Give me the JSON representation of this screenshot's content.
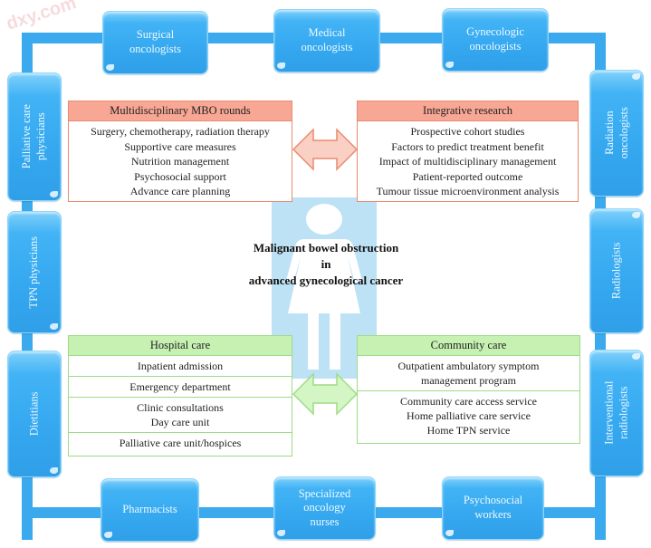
{
  "watermark": "dxy.com",
  "colors": {
    "frame_blue": "#3aa9ee",
    "pill_blue": "#35a8f0",
    "red_header": "#f8a795",
    "red_border": "#e98a6f",
    "green_header": "#c7f1b2",
    "green_border": "#9edb86",
    "center_panel": "#bde1f5"
  },
  "center": {
    "line1": "Malignant bowel obstruction",
    "line2": "in",
    "line3": "advanced gynecological cancer",
    "icon": "woman-figure-icon"
  },
  "specialists": {
    "top": [
      "Surgical oncologists",
      "Medical oncologists",
      "Gynecologic oncologists"
    ],
    "left": [
      "Palliative care physicians",
      "TPN physicians",
      "Dietitians"
    ],
    "right": [
      "Radiation oncologists",
      "Radiologists",
      "Interventional radiologists"
    ],
    "bottom": [
      "Pharmacists",
      "Specialized oncology nurses",
      "Psychosocial workers"
    ]
  },
  "specialist_lines": {
    "surgical": [
      "Surgical",
      "oncologists"
    ],
    "medical": [
      "Medical",
      "oncologists"
    ],
    "gyn": [
      "Gynecologic",
      "oncologists"
    ],
    "palliative": [
      "Palliative care",
      "physicians"
    ],
    "tpn": [
      "TPN physicians"
    ],
    "dietitians": [
      "Dietitians"
    ],
    "radiation": [
      "Radiation",
      "oncologists"
    ],
    "radiologists": [
      "Radiologists"
    ],
    "interventional": [
      "Interventional",
      "radiologists"
    ],
    "pharmacists": [
      "Pharmacists"
    ],
    "nurses": [
      "Specialized",
      "oncology",
      "nurses"
    ],
    "psychosocial": [
      "Psychosocial",
      "workers"
    ]
  },
  "mbo_rounds": {
    "title": "Multidisciplinary MBO rounds",
    "items": [
      "Surgery, chemotherapy, radiation therapy",
      "Supportive care measures",
      "Nutrition management",
      "Psychosocial support",
      "Advance care planning"
    ]
  },
  "research": {
    "title": "Integrative research",
    "items": [
      "Prospective cohort studies",
      "Factors to predict treatment benefit",
      "Impact of multidisciplinary management",
      "Patient-reported outcome",
      "Tumour tissue microenvironment analysis"
    ]
  },
  "hospital": {
    "title": "Hospital care",
    "rows": [
      [
        "Inpatient admission"
      ],
      [
        "Emergency department"
      ],
      [
        "Clinic consultations",
        "Day care unit"
      ],
      [
        "Palliative care unit/hospices"
      ]
    ]
  },
  "community": {
    "title": "Community care",
    "rows": [
      [
        "Outpatient ambulatory symptom",
        "management program"
      ],
      [
        "Community care access service",
        "Home palliative care service",
        "Home TPN service"
      ]
    ]
  }
}
